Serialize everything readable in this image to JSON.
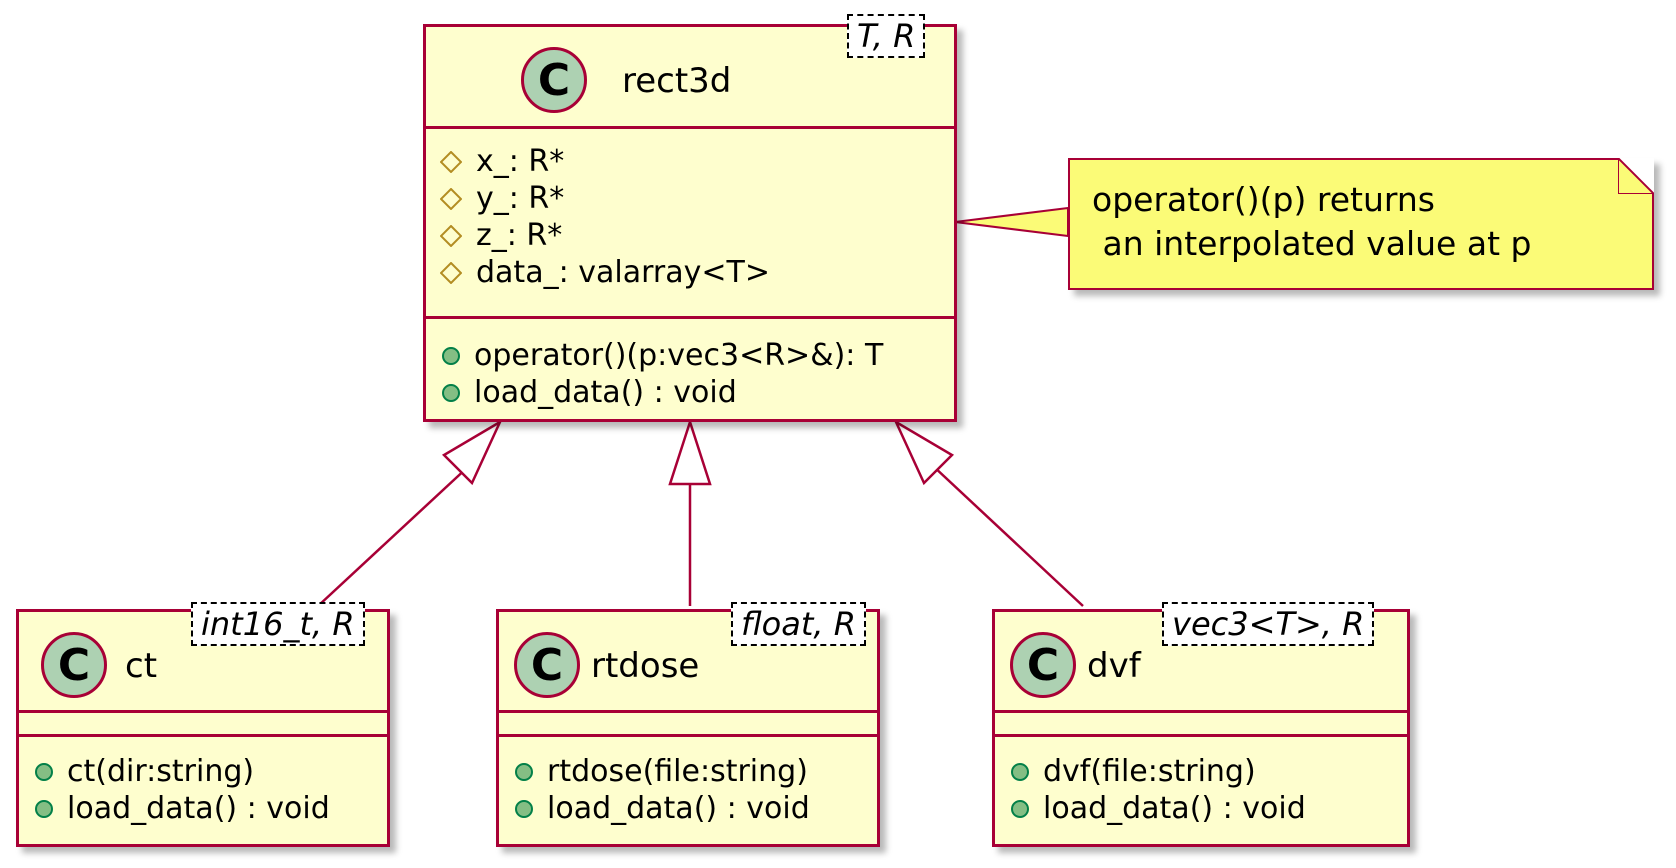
{
  "diagram": {
    "classes": {
      "rect3d": {
        "name": "rect3d",
        "stereotype_letter": "C",
        "template_params": "T,  R",
        "fields": [
          {
            "visibility": "protected",
            "text": "x_: R*"
          },
          {
            "visibility": "protected",
            "text": "y_: R*"
          },
          {
            "visibility": "protected",
            "text": "z_: R*"
          },
          {
            "visibility": "protected",
            "text": "data_: valarray<T>"
          }
        ],
        "methods": [
          {
            "visibility": "public",
            "text": "operator()(p:vec3<R>&): T"
          },
          {
            "visibility": "public",
            "text": "load_data() : void"
          }
        ]
      },
      "ct": {
        "name": "ct",
        "stereotype_letter": "C",
        "template_params": "int16_t, R",
        "methods": [
          {
            "visibility": "public",
            "text": "ct(dir:string)"
          },
          {
            "visibility": "public",
            "text": "load_data() : void"
          }
        ]
      },
      "rtdose": {
        "name": "rtdose",
        "stereotype_letter": "C",
        "template_params": "float, R",
        "methods": [
          {
            "visibility": "public",
            "text": "rtdose(file:string)"
          },
          {
            "visibility": "public",
            "text": "load_data() : void"
          }
        ]
      },
      "dvf": {
        "name": "dvf",
        "stereotype_letter": "C",
        "template_params": "vec3<T>, R",
        "methods": [
          {
            "visibility": "public",
            "text": "dvf(file:string)"
          },
          {
            "visibility": "public",
            "text": "load_data() : void"
          }
        ]
      }
    },
    "note": {
      "lines": [
        "operator()(p) returns",
        " an interpolated value at p"
      ]
    },
    "relations": [
      {
        "type": "inheritance",
        "from": "ct",
        "to": "rect3d"
      },
      {
        "type": "inheritance",
        "from": "rtdose",
        "to": "rect3d"
      },
      {
        "type": "inheritance",
        "from": "dvf",
        "to": "rect3d"
      }
    ],
    "colors": {
      "class_fill": "#FEFECE",
      "border": "#A80036",
      "class_circle": "#ADD1B2",
      "note_fill": "#FBFB77",
      "public_dot": "#84BE84",
      "protected_diamond": "#B38D22"
    }
  }
}
